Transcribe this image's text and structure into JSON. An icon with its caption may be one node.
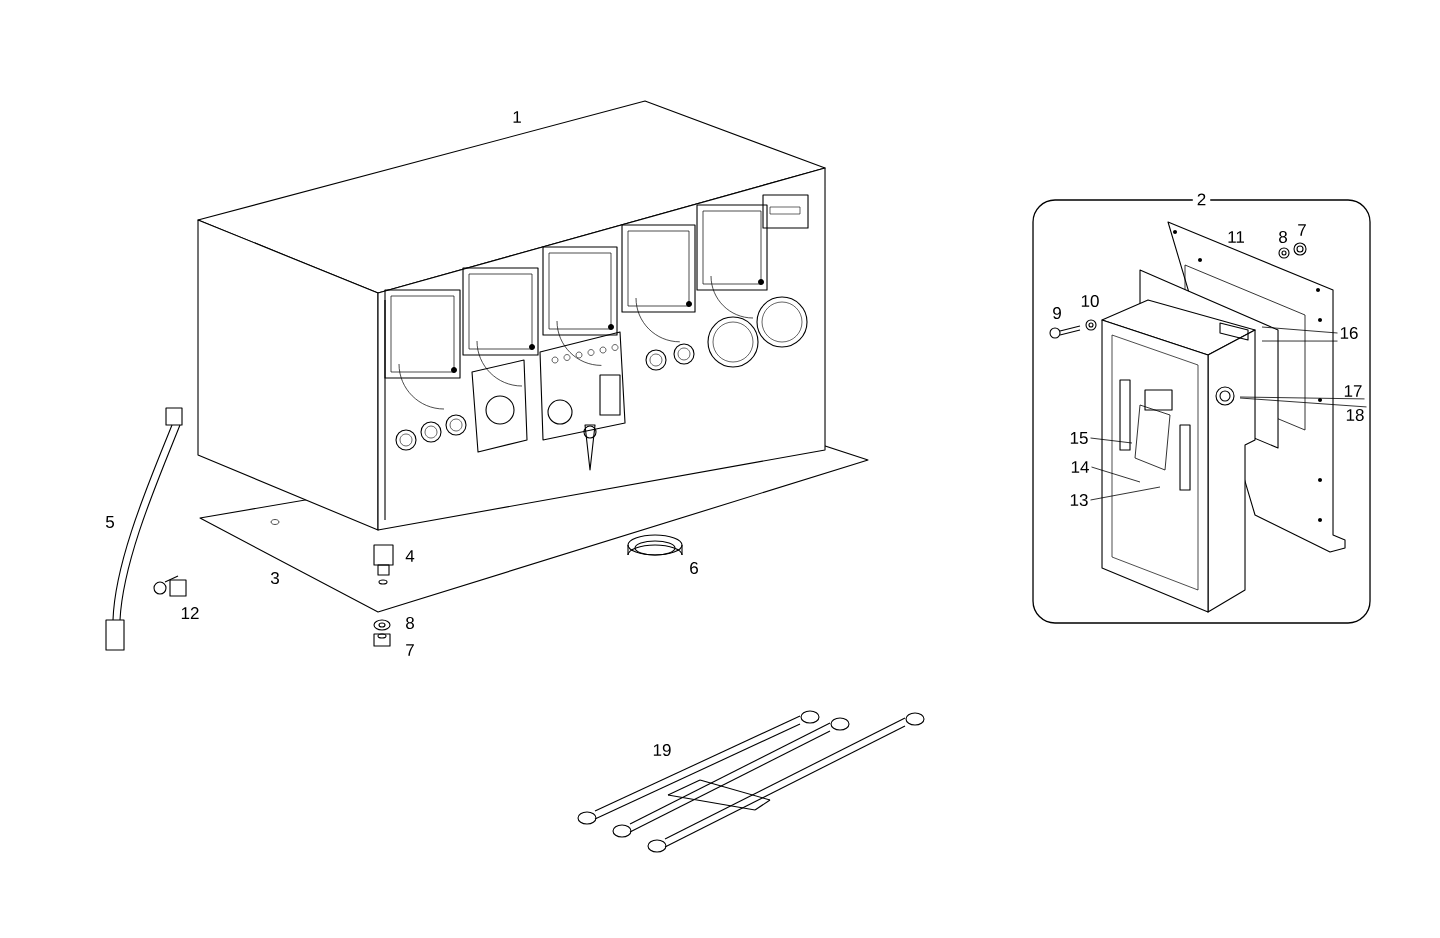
{
  "diagram": {
    "nodes": [
      {
        "text": [
          "2"
        ]
      },
      {
        "text": [
          "16"
        ],
        "in": 0
      },
      {
        "text": [
          "17"
        ],
        "in": 0
      },
      {
        "text": [
          "18"
        ],
        "in": 0
      },
      {
        "text": [
          "15"
        ],
        "in": 0
      },
      {
        "text": [
          "14"
        ],
        "in": 0
      },
      {
        "text": [
          "13"
        ],
        "in": 0
      }
    ],
    "edges": [
      {
        "from": 1,
        "to": null,
        "arrow": "none"
      },
      {
        "from": 1,
        "to": null,
        "arrow": "none"
      },
      {
        "from": 2,
        "to": null,
        "arrow": "none"
      },
      {
        "from": 3,
        "to": null,
        "arrow": "none"
      },
      {
        "from": 4,
        "to": null,
        "arrow": "none"
      },
      {
        "from": 5,
        "to": null,
        "arrow": "none"
      },
      {
        "from": 6,
        "to": null,
        "arrow": "none"
      }
    ],
    "labels": [
      "1",
      "11",
      "8",
      "7",
      "9",
      "10",
      "5",
      "4",
      "12",
      "3",
      "6",
      "8",
      "7",
      "19"
    ]
  }
}
